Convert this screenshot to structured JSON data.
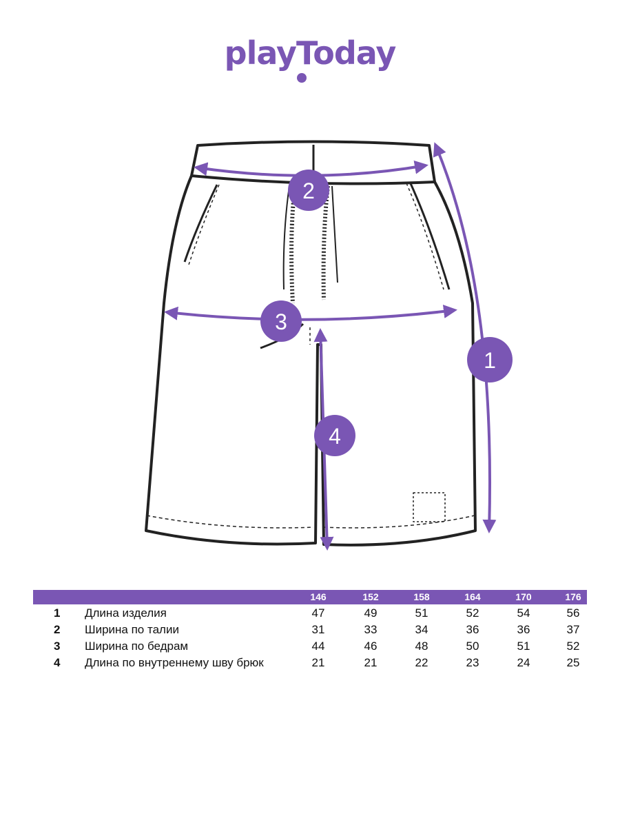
{
  "brand": {
    "name": "playToday",
    "color": "#7a56b4"
  },
  "measurements": [
    {
      "number": "1",
      "label": "Длина изделия",
      "values": [
        "47",
        "49",
        "51",
        "52",
        "54",
        "56"
      ]
    },
    {
      "number": "2",
      "label": "Ширина по талии",
      "values": [
        "31",
        "33",
        "34",
        "36",
        "36",
        "37"
      ]
    },
    {
      "number": "3",
      "label": "Ширина по бедрам",
      "values": [
        "44",
        "46",
        "48",
        "50",
        "51",
        "52"
      ]
    },
    {
      "number": "4",
      "label": "Длина по внутреннему шву брюк",
      "values": [
        "21",
        "21",
        "22",
        "23",
        "24",
        "25"
      ]
    }
  ],
  "sizes": [
    "146",
    "152",
    "158",
    "164",
    "170",
    "176"
  ],
  "markers": [
    "1",
    "2",
    "3",
    "4"
  ]
}
